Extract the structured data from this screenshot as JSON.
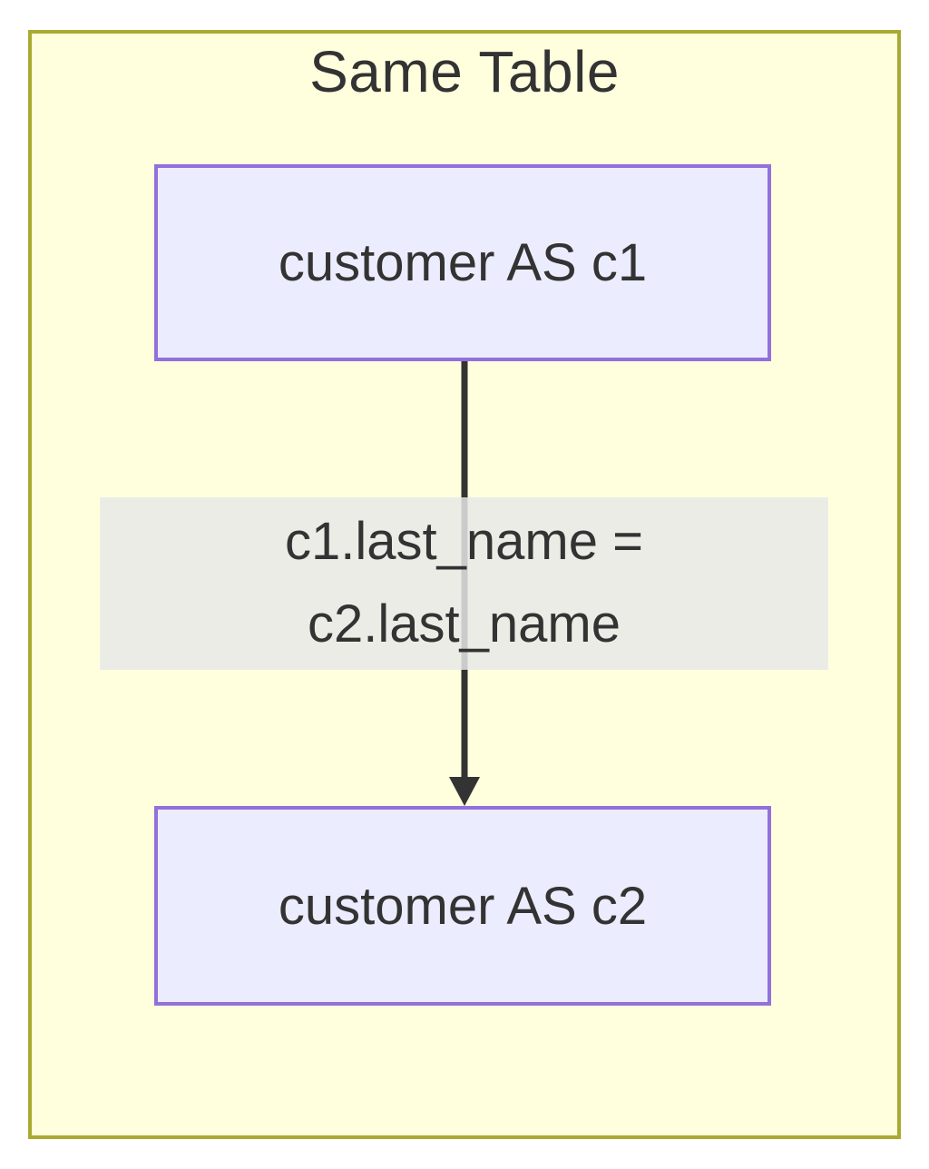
{
  "diagram": {
    "type": "flowchart",
    "cluster": {
      "label": "Same Table"
    },
    "nodes": [
      {
        "id": "c1",
        "label": "customer AS c1"
      },
      {
        "id": "c2",
        "label": "customer AS c2"
      }
    ],
    "edges": [
      {
        "from": "c1",
        "to": "c2",
        "label": "c1.last_name = c2.last_name",
        "label_lines": [
          "c1.last_name =",
          "c2.last_name"
        ]
      }
    ],
    "colors": {
      "page_bg": "#ffffff",
      "cluster_fill": "#ffffde",
      "cluster_border": "#aaaa33",
      "node_fill": "#ececff",
      "node_border": "#9370db",
      "edge_stroke": "#333333",
      "edge_label_bg": "#e8e8e8",
      "text": "#333333"
    }
  }
}
